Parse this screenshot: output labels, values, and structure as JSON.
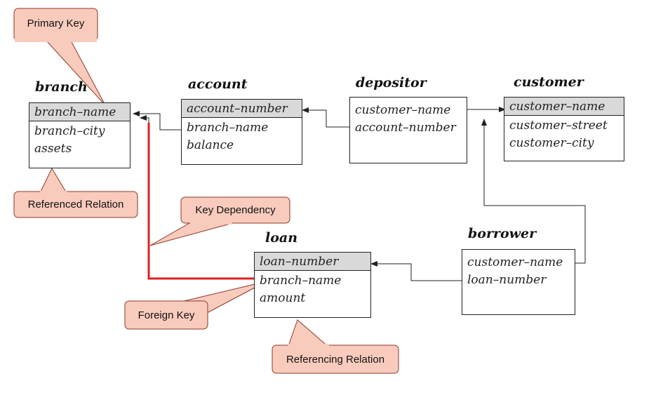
{
  "tables": {
    "branch": {
      "title": "branch",
      "primary": "branch–name",
      "attrs": [
        "branch–city",
        "assets"
      ]
    },
    "account": {
      "title": "account",
      "primary": "account–number",
      "attrs": [
        "branch–name",
        "balance"
      ]
    },
    "depositor": {
      "title": "depositor",
      "primary": "",
      "attrs": [
        "customer–name",
        "account–number"
      ]
    },
    "customer": {
      "title": "customer",
      "primary": "customer–name",
      "attrs": [
        "customer–street",
        "customer–city"
      ]
    },
    "loan": {
      "title": "loan",
      "primary": "loan–number",
      "attrs": [
        "branch–name",
        "amount"
      ]
    },
    "borrower": {
      "title": "borrower",
      "primary": "",
      "attrs": [
        "customer–name",
        "loan–number"
      ]
    }
  },
  "callouts": {
    "primary_key": "Primary Key",
    "referenced_relation": "Referenced Relation",
    "key_dependency": "Key Dependency",
    "foreign_key": "Foreign Key",
    "referencing_relation": "Referencing Relation"
  },
  "colors": {
    "callout_fill": "#f9cbbd",
    "callout_stroke": "#8a3a2a",
    "pk_fill": "#d9d9d9",
    "dependency_line": "#e02020",
    "line": "#222222"
  }
}
